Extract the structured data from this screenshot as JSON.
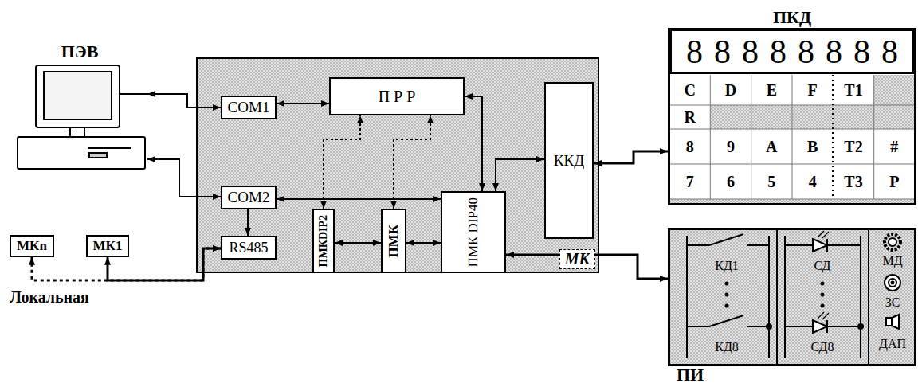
{
  "diagram": {
    "nodes": [
      {
        "text": [
          "ПЭВ"
        ]
      },
      {
        "text": [
          "МК"
        ]
      },
      {
        "text": [
          "COM1"
        ],
        "in": 1
      },
      {
        "text": [
          "П Р Р"
        ],
        "in": 1
      },
      {
        "text": [
          "ККД"
        ],
        "in": 1
      },
      {
        "text": [
          "COM2"
        ],
        "in": 1
      },
      {
        "text": [
          "RS485"
        ],
        "in": 1
      },
      {
        "text": [
          "ПМКDIP2"
        ],
        "in": 1
      },
      {
        "text": [
          "ПМК"
        ],
        "in": 1
      },
      {
        "text": [
          "ПМК DIP40"
        ],
        "in": 1
      },
      {
        "text": [
          "МКn"
        ]
      },
      {
        "text": [
          "МК1"
        ]
      },
      {
        "text": [
          "ПКД"
        ]
      },
      {
        "text": [
          "88888888"
        ],
        "in": 12
      },
      {
        "text": [
          "ПИ"
        ]
      }
    ],
    "edges": [
      {
        "from": 0,
        "to": 2,
        "arrow": "both"
      },
      {
        "from": 0,
        "to": 5,
        "arrow": "both"
      },
      {
        "from": 2,
        "to": 3,
        "arrow": "both"
      },
      {
        "from": 3,
        "to": 9,
        "arrow": "both"
      },
      {
        "from": 4,
        "to": 9,
        "arrow": "both"
      },
      {
        "from": 5,
        "to": 9,
        "arrow": "both"
      },
      {
        "from": 5,
        "to": 6,
        "arrow": "to"
      },
      {
        "from": 7,
        "to": 3,
        "arrow": "both"
      },
      {
        "from": 8,
        "to": 3,
        "arrow": "both"
      },
      {
        "from": 7,
        "to": 8,
        "arrow": "both"
      },
      {
        "from": 8,
        "to": 9,
        "arrow": "both"
      },
      {
        "from": 10,
        "to": 6,
        "arrow": "both"
      },
      {
        "from": 11,
        "to": 6,
        "arrow": "both"
      },
      {
        "from": 12,
        "to": 4,
        "arrow": "both"
      },
      {
        "from": 9,
        "to": 14,
        "arrow": "both"
      }
    ],
    "labels": [
      "Локальная",
      "C",
      "D",
      "E",
      "F",
      "T1",
      "R",
      "8",
      "9",
      "A",
      "B",
      "T2",
      "#",
      "7",
      "6",
      "5",
      "4",
      "T3",
      "P",
      "КД1",
      "КД8",
      "СД",
      "СД8",
      "МД",
      "ЗС",
      "ДАП"
    ]
  }
}
